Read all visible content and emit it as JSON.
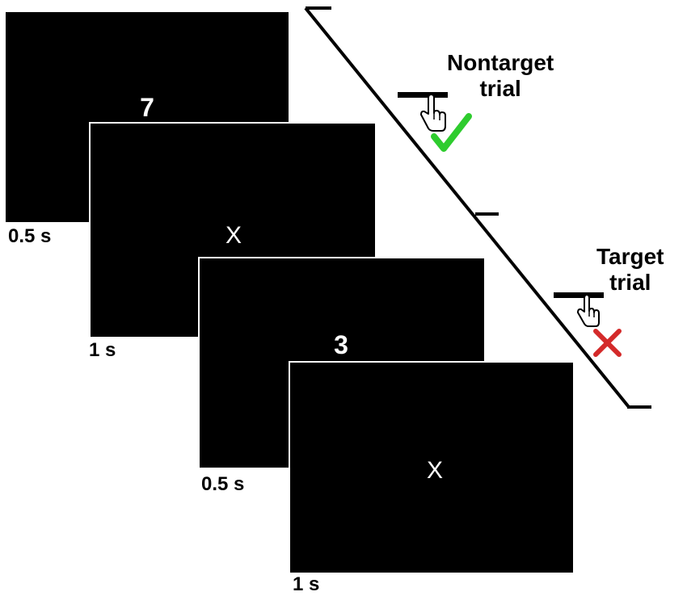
{
  "stimuli": [
    {
      "glyph": "7",
      "duration": "0.5 s"
    },
    {
      "glyph": "X",
      "duration": "1 s"
    },
    {
      "glyph": "3",
      "duration": "0.5 s"
    },
    {
      "glyph": "X",
      "duration": "1 s"
    }
  ],
  "trials": {
    "nontarget": {
      "line1": "Nontarget",
      "line2": "trial",
      "mark_icon": "check-icon",
      "mark_color": "#2ecc2e"
    },
    "target": {
      "line1": "Target",
      "line2": "trial",
      "mark_icon": "cross-icon",
      "mark_color": "#d42a2a"
    }
  },
  "colors": {
    "screen_background": "#000000",
    "screen_text": "#ffffff",
    "timeline": "#000000"
  }
}
